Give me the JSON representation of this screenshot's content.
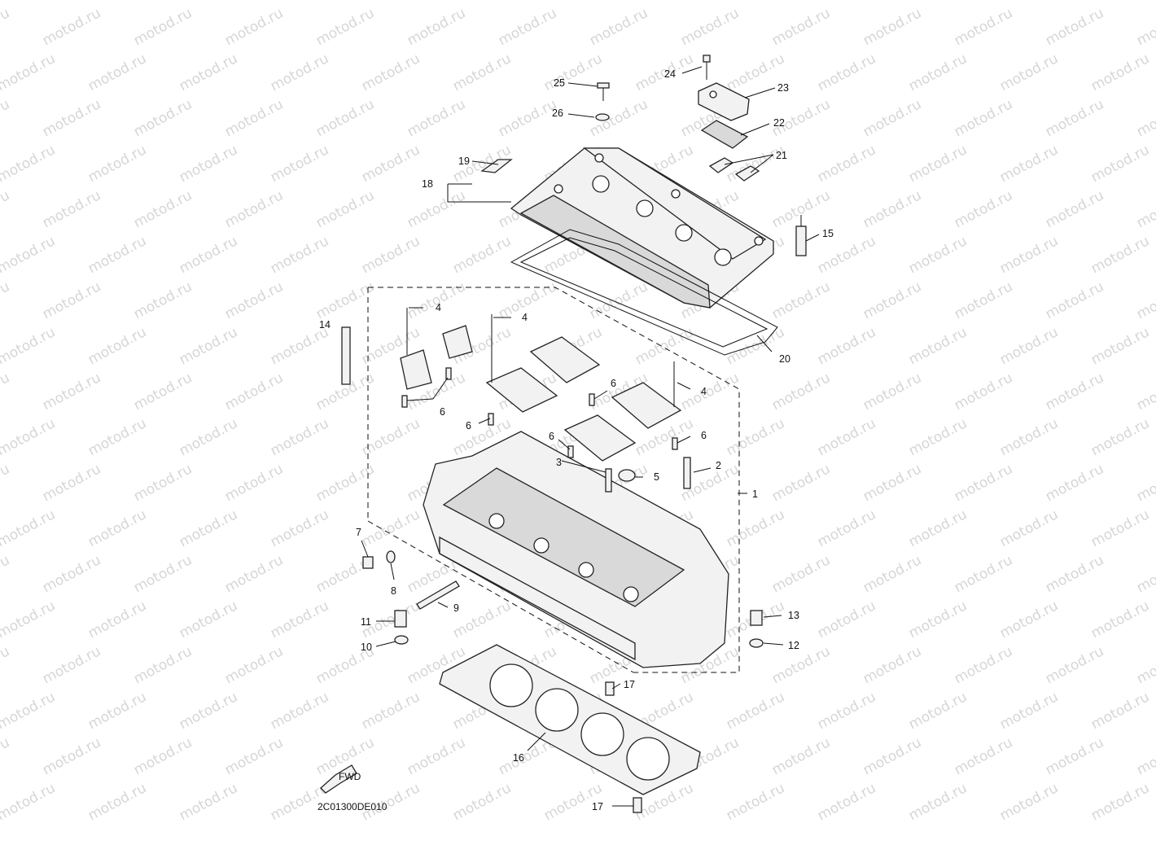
{
  "diagram": {
    "watermark": "motod.ru",
    "drawing_code": "2C01300DE010",
    "fwd_label": "FWD",
    "callouts": [
      "1",
      "2",
      "3",
      "4",
      "5",
      "6",
      "7",
      "8",
      "9",
      "10",
      "11",
      "12",
      "13",
      "14",
      "15",
      "16",
      "17",
      "18",
      "19",
      "20",
      "21",
      "22",
      "23",
      "24",
      "25",
      "26"
    ]
  }
}
